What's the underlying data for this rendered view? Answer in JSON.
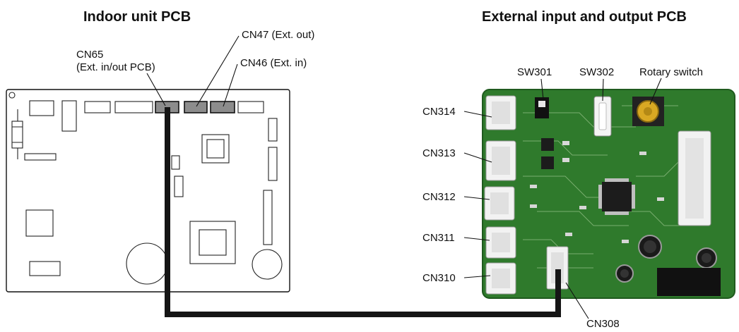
{
  "indoor": {
    "title": "Indoor unit PCB",
    "cn65_line1": "CN65",
    "cn65_line2": "(Ext. in/out PCB)",
    "cn47": "CN47 (Ext. out)",
    "cn46": "CN46 (Ext. in)"
  },
  "external": {
    "title": "External input and output PCB",
    "sw301": "SW301",
    "sw302": "SW302",
    "rotary": "Rotary switch",
    "cn314": "CN314",
    "cn313": "CN313",
    "cn312": "CN312",
    "cn311": "CN311",
    "cn310": "CN310",
    "cn308": "CN308"
  },
  "colors": {
    "board_green": "#2f7a2c",
    "board_dark": "#1f5a1e",
    "connector_white": "#f2f2f2",
    "connector_grey": "#8c8c8c",
    "cable": "#151515"
  }
}
